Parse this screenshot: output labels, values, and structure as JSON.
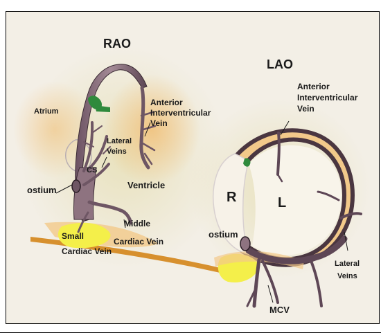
{
  "views": {
    "rao": {
      "title": "RAO",
      "labels": {
        "atrium": "Atrium",
        "anterior_1": "Anterior",
        "anterior_2": "Interventricular",
        "anterior_3": "Vein",
        "lateral_1": "Lateral",
        "lateral_2": "Veins",
        "cs": "CS",
        "ostium": "ostium",
        "ventricle": "Ventricle",
        "middle_1": "Middle",
        "middle_2": "Cardiac Vein",
        "small_1": "Small",
        "small_2": "Cardiac Vein"
      }
    },
    "lao": {
      "title": "LAO",
      "labels": {
        "anterior_1": "Anterior",
        "anterior_2": "Interventricular",
        "anterior_3": "Vein",
        "r": "R",
        "l": "L",
        "ostium": "ostium",
        "lateral_1": "Lateral",
        "lateral_2": "Veins",
        "mcv": "MCV"
      }
    }
  },
  "colors": {
    "background": "#f3efe6",
    "vein": "#8e7380",
    "vein_dark": "#5e4756",
    "vein_outline": "#3a2a33",
    "tan_tissue": "#f2c98a",
    "yellow_tissue": "#f4ef4a",
    "green_mark": "#2f8a3c",
    "text": "#1a1a1a"
  }
}
